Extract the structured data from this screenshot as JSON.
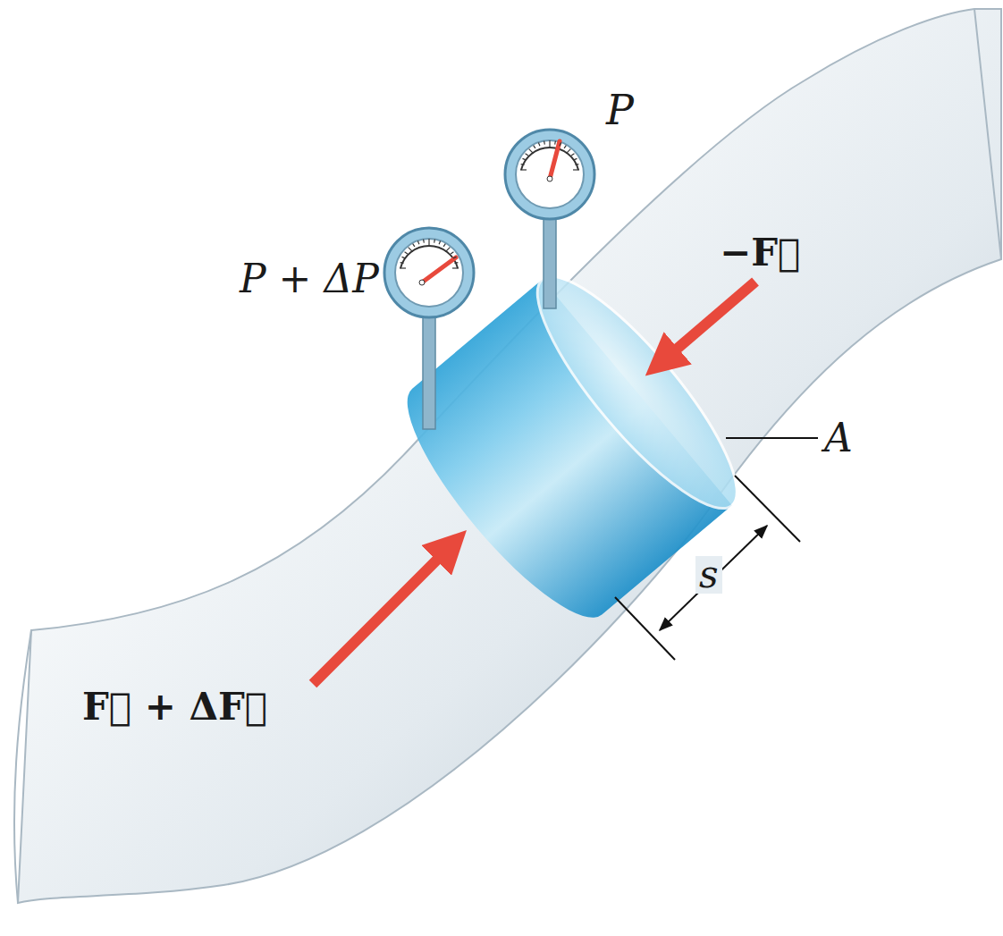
{
  "diagram": {
    "labels": [
      "P",
      "P + ΔP",
      "−F⃗",
      "A",
      "s",
      "F⃗ + ΔF⃗"
    ]
  }
}
